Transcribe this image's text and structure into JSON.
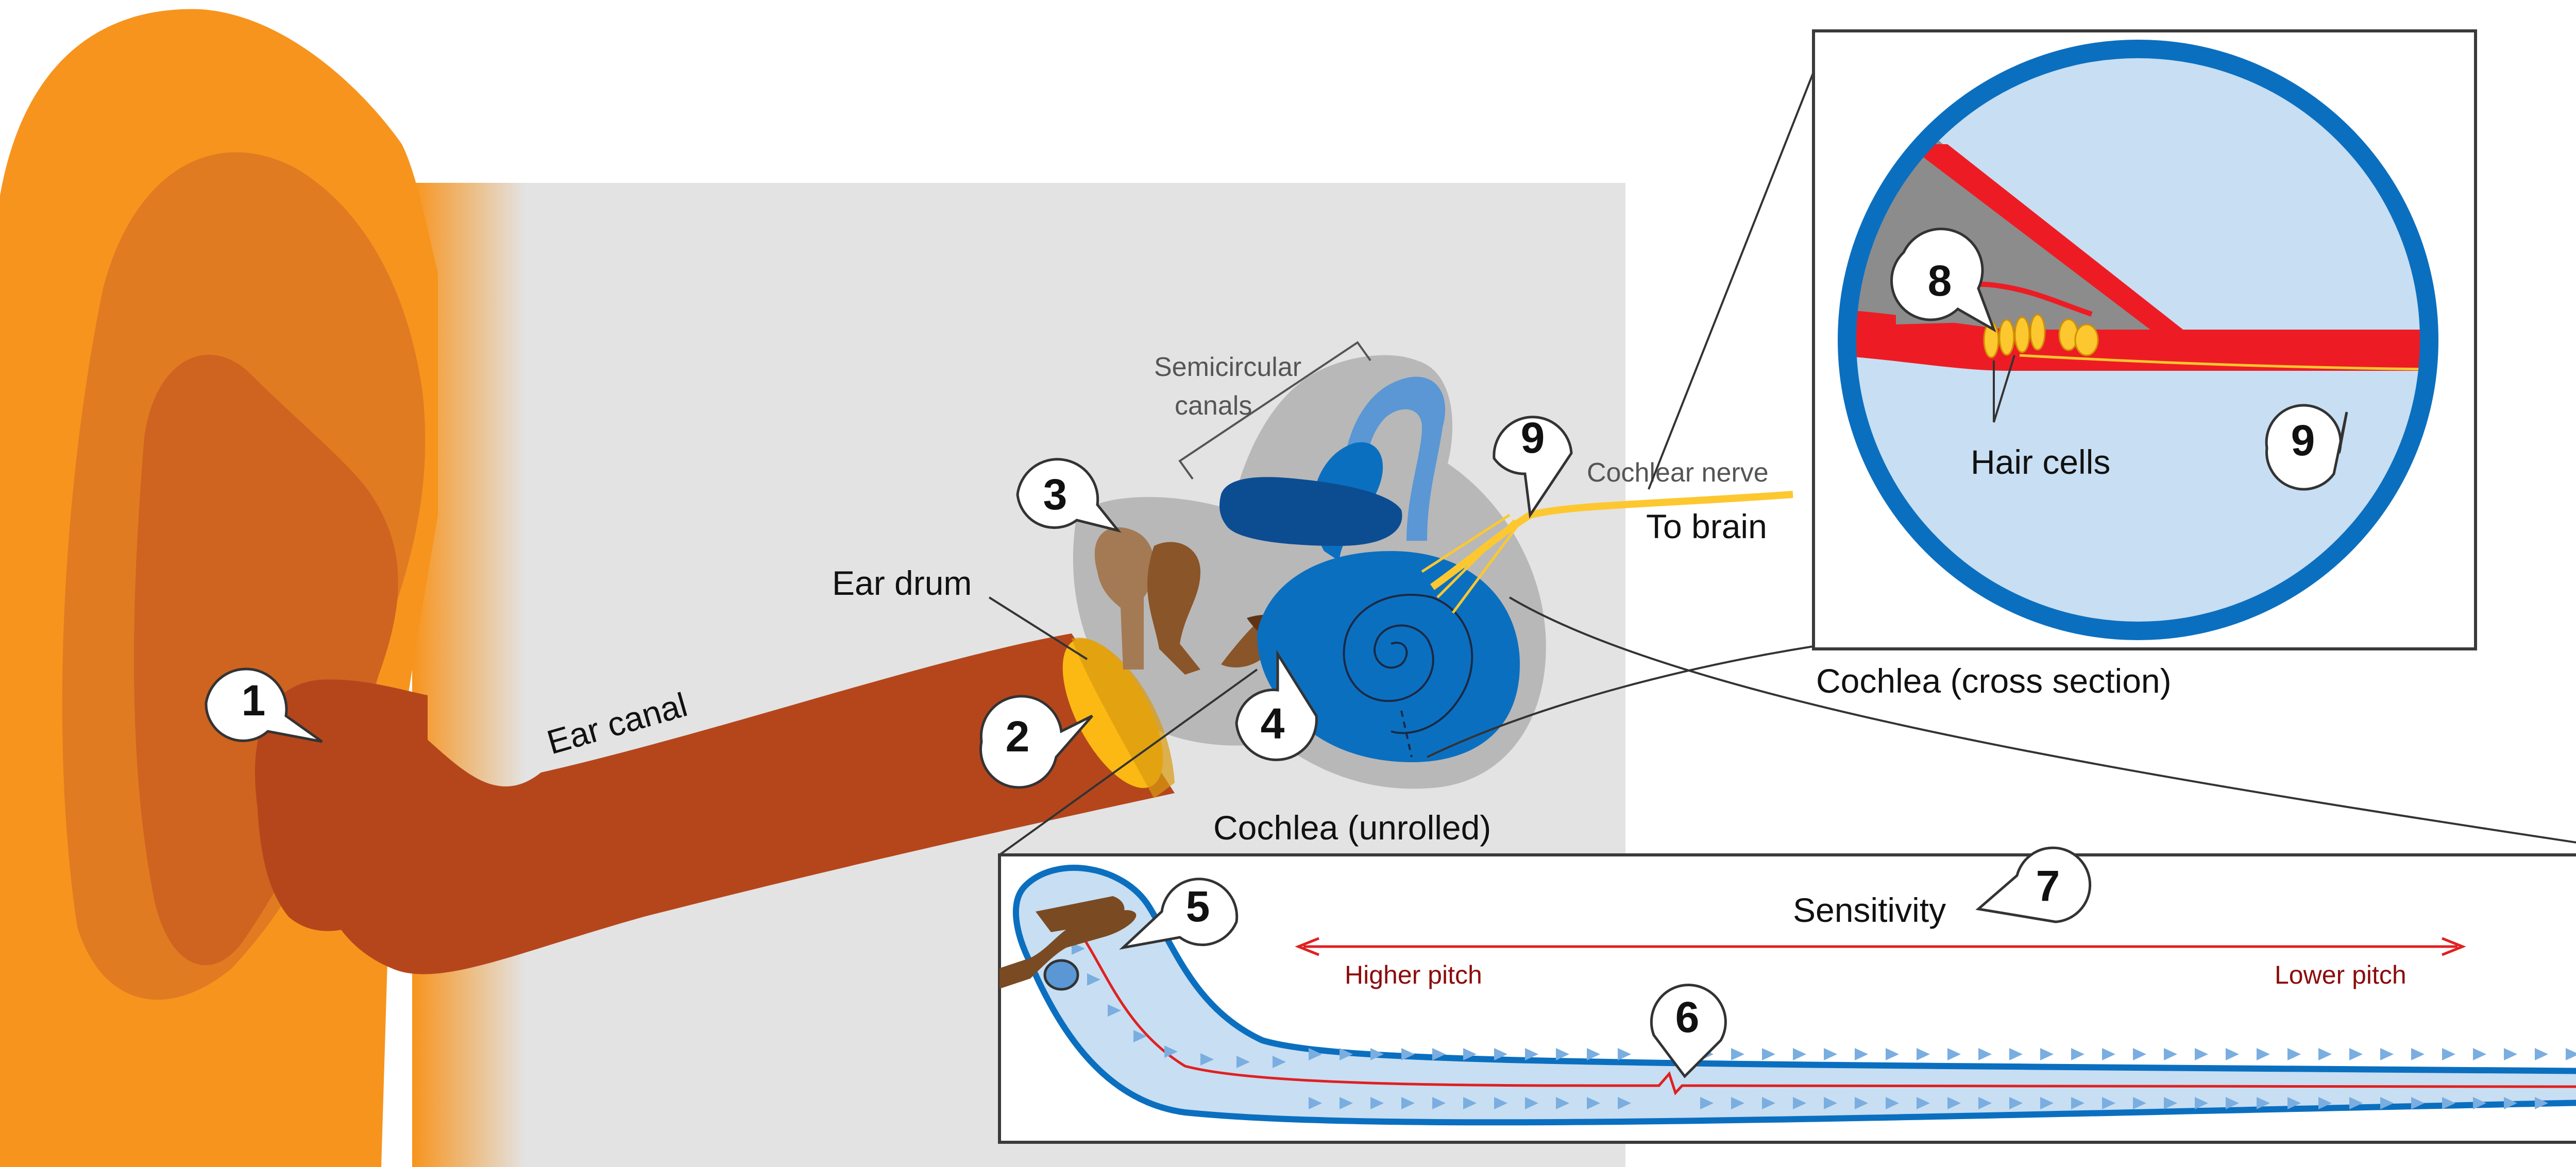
{
  "colors": {
    "outer_ear": "#f7941d",
    "outer_ear_mid": "#e07b22",
    "outer_ear_dark": "#cf6320",
    "canal": "#b5461c",
    "panel_grey": "#e3e3e3",
    "ear_drum": "#fcb913",
    "ossicle_light": "#a47a54",
    "ossicle_dark": "#8a5528",
    "cochlea_blue": "#0b6fc0",
    "canal_light_blue": "#5a97d4",
    "canal_navy": "#0c4d92",
    "nerve_yellow": "#fdc82f",
    "cross_fluid": "#c8def2",
    "membrane_red": "#ed1c24",
    "tissue_grey": "#8c8c8c",
    "pitch_red": "#8b0c0c",
    "arrow_red": "#e02020"
  },
  "labels": {
    "ear_canal": "Ear canal",
    "ear_drum": "Ear drum",
    "semicircular_line1": "Semicircular",
    "semicircular_line2": "canals",
    "cochlear_nerve": "Cochlear nerve",
    "to_brain": "To brain",
    "cochlea_cross_section": "Cochlea (cross section)",
    "cochlea_unrolled": "Cochlea (unrolled)",
    "hair_cells": "Hair cells",
    "sensitivity": "Sensitivity",
    "higher_pitch": "Higher pitch",
    "lower_pitch": "Lower pitch"
  },
  "callouts": {
    "outer_ear": "1",
    "ear_drum": "2",
    "ossicles": "3",
    "oval_window": "4",
    "cochlea_base": "5",
    "membrane_wave": "6",
    "sensitivity": "7",
    "hair_cells": "8",
    "nerve_main": "9",
    "nerve_cross_section": "9"
  }
}
